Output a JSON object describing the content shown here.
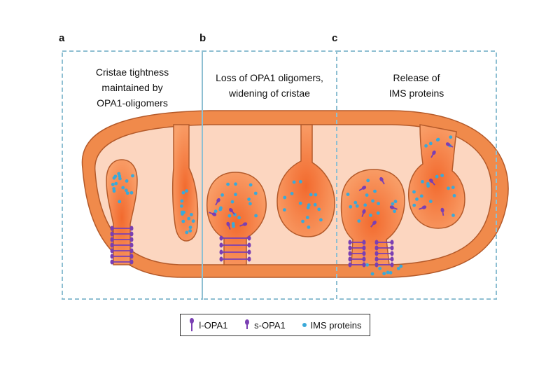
{
  "panels": [
    {
      "letter": "a",
      "caption": "Cristae tightness\nmaintained by\nOPA1-oligomers"
    },
    {
      "letter": "b",
      "caption": "Loss of OPA1 oligomers,\nwidening of cristae"
    },
    {
      "letter": "c",
      "caption": "Release of\nIMS proteins"
    }
  ],
  "legend": {
    "l_opa1": "l-OPA1",
    "s_opa1": "s-OPA1",
    "ims": "IMS proteins"
  },
  "colors": {
    "membrane": "#f08a4b",
    "matrix": "#fcd6c0",
    "crista_inner": "#f4743a",
    "crista_outer": "#fbb58a",
    "opa1": "#7a3fb3",
    "ims_dot": "#3aa9d9",
    "panel_border": "#8ebfd2"
  }
}
